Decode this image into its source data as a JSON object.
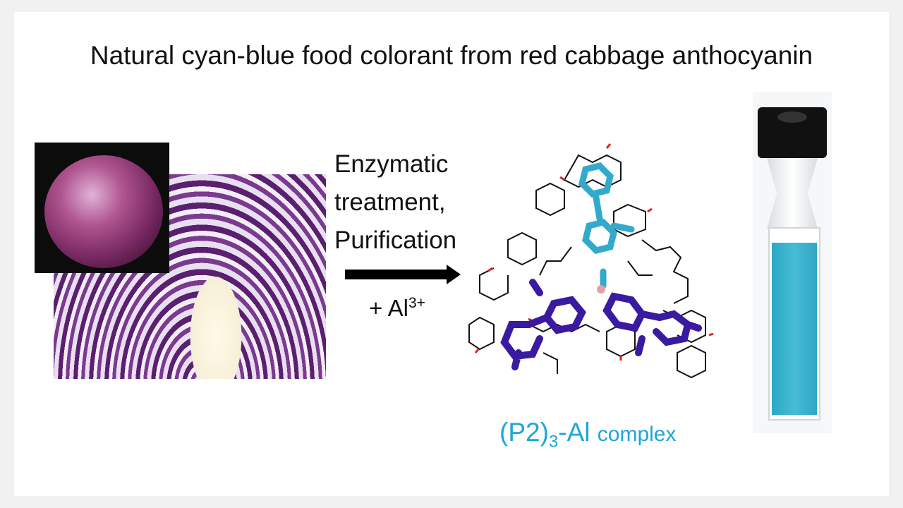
{
  "title": "Natural cyan-blue food colorant from red cabbage anthocyanin",
  "process": {
    "step_lines": [
      "Enzymatic",
      "treatment,",
      "Purification"
    ],
    "reagent_prefix": "+ Al",
    "reagent_charge": "3+"
  },
  "product": {
    "caption_main": "(P2)",
    "caption_sub": "3",
    "caption_tail": "-Al",
    "caption_word": "complex"
  },
  "colors": {
    "cyan": "#1ea6d8",
    "indigo": "#3a1aa0",
    "light_blue": "#33aacc"
  }
}
